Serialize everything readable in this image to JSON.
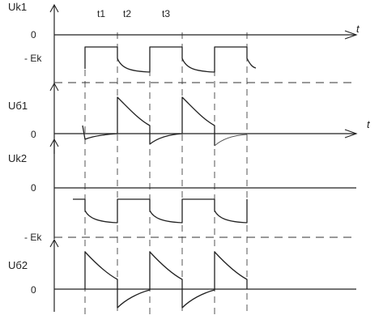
{
  "diagram": {
    "time_markers": [
      "t1",
      "t2",
      "t3"
    ],
    "axis_time_label": "t",
    "panels": {
      "uk1": {
        "signal_label": "Uk1",
        "zero_label": "0",
        "level_label": "- Ek"
      },
      "ub1": {
        "signal_label": "Uб1",
        "zero_label": "0"
      },
      "uk2": {
        "signal_label": "Uk2",
        "zero_label": "0",
        "level_label": "- Ek"
      },
      "ub2": {
        "signal_label": "Uб2",
        "zero_label": "0"
      }
    }
  }
}
